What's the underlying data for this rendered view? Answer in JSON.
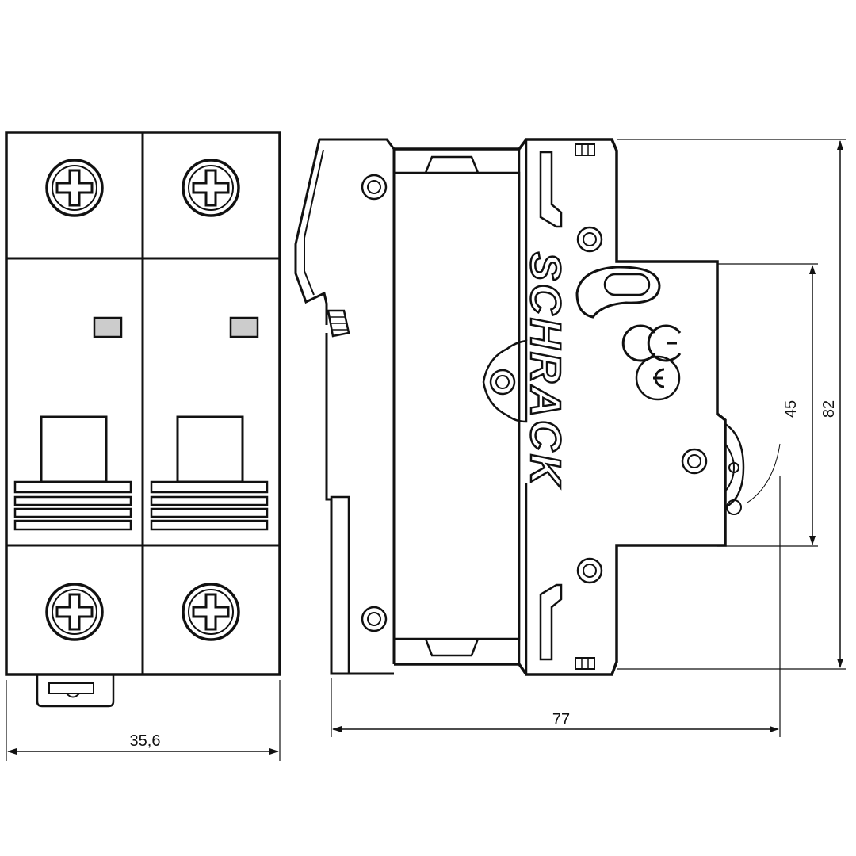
{
  "dimensions": {
    "width_front": "35,6",
    "depth": "77",
    "height_total": "82",
    "height_front": "45"
  },
  "brand": "SCHRACK",
  "colors": {
    "line": "#111111",
    "indicator_fill": "#cccccc",
    "background": "#ffffff"
  },
  "icons": [
    "terminal-screw-icon",
    "ce-mark-icon",
    "din-clip-icon"
  ]
}
